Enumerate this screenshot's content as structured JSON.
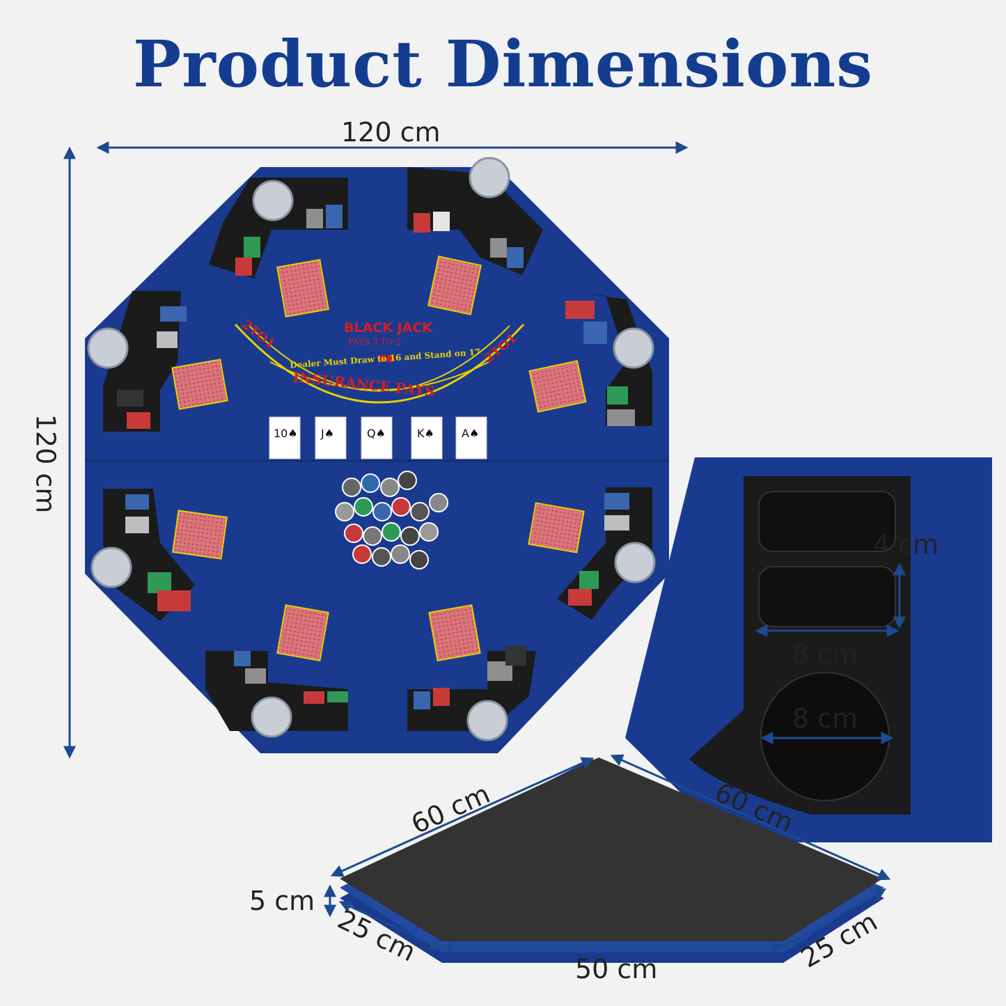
{
  "title": "Product Dimensions",
  "table_print": {
    "game": "BLACK JACK",
    "payout": "PAYS 3 TO 2",
    "rule": "Dealer Must Draw to 16 and Stand on 17",
    "insurance": "INSURANCE PAYS",
    "ratio": "2TO1"
  },
  "dimensions": {
    "width": "120 cm",
    "height": "120 cm",
    "tray_depth": "4 cm",
    "tray_width": "8 cm",
    "cup_diameter": "8 cm",
    "folded_side_left": "60 cm",
    "folded_side_right": "60 cm",
    "folded_thickness": "5 cm",
    "folded_edge_left": "25 cm",
    "folded_edge_bottom": "50 cm",
    "folded_edge_right": "25 cm"
  },
  "colors": {
    "felt": "#1a3a8f",
    "title": "#143d8f",
    "arrow": "#1c4a90",
    "tray": "#1b1b1b"
  },
  "community_cards": [
    "10♠",
    "J♠",
    "Q♠",
    "K♠",
    "A♠"
  ]
}
